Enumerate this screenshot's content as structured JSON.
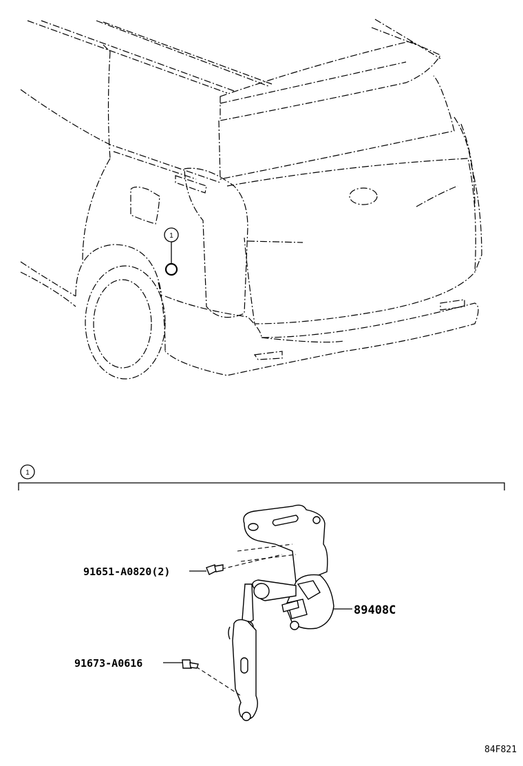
{
  "callout_marker": "1",
  "section_marker": "1",
  "parts": {
    "bolt_1": "91651-A0820(2)",
    "bolt_2": "91673-A0616",
    "sensor": "89408C"
  },
  "diagram_code": "84F821"
}
